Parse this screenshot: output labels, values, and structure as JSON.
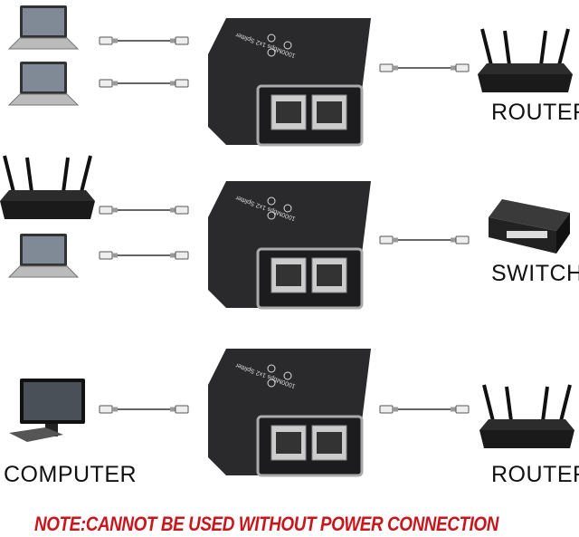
{
  "labels": {
    "row1_right": "ROUTER",
    "row2_right": "SWITCH",
    "row3_left": "COMPUTER",
    "row3_right": "ROUTER"
  },
  "splitter_text": "1000Mbps 1x2 Splitter",
  "note": "NOTE:CANNOT BE USED WITHOUT POWER CONNECTION",
  "colors": {
    "note": "#c8161d",
    "splitter": "#2a2a2c"
  }
}
